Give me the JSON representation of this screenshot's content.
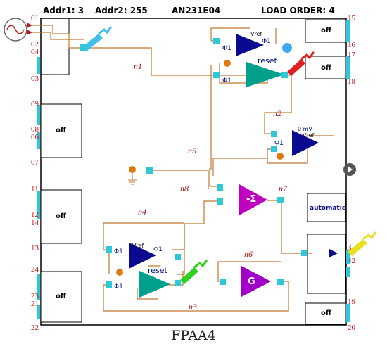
{
  "header": {
    "addr1": "Addr1: 3",
    "addr2": "Addr2: 255",
    "chip": "AN231E04",
    "load_order": "LOAD ORDER: 4"
  },
  "pins_left": [
    "01",
    "02",
    "04",
    "03",
    "09",
    "08",
    "06",
    "07",
    "11",
    "12",
    "14",
    "13",
    "24",
    "23",
    "21",
    "22"
  ],
  "pins_right": [
    "15",
    "16",
    "17",
    "18",
    "42",
    "19",
    "20"
  ],
  "pin_right_hidden": "3",
  "boxes": {
    "off": "off",
    "automatic": "automatic"
  },
  "nets": [
    "n1",
    "n2",
    "n3",
    "n4",
    "n5",
    "n6",
    "n7",
    "n8"
  ],
  "blocks": {
    "vref": "Vref",
    "reset": "reset",
    "phi1": "Φ1",
    "mv": "0 mV",
    "sum": "-Σ",
    "gain": "G"
  },
  "title": "FPAA4",
  "colors": {
    "wire": "#c07830",
    "pin_square": "#2ec8d8",
    "comparator": "#0a0a90",
    "integrator": "#00a08c",
    "sum_block": "#c000c0",
    "gain_block": "#a000c8",
    "probe_cyan": "#40c0e8",
    "probe_red": "#e02020",
    "probe_green": "#30d020",
    "probe_yellow": "#e8e020"
  }
}
